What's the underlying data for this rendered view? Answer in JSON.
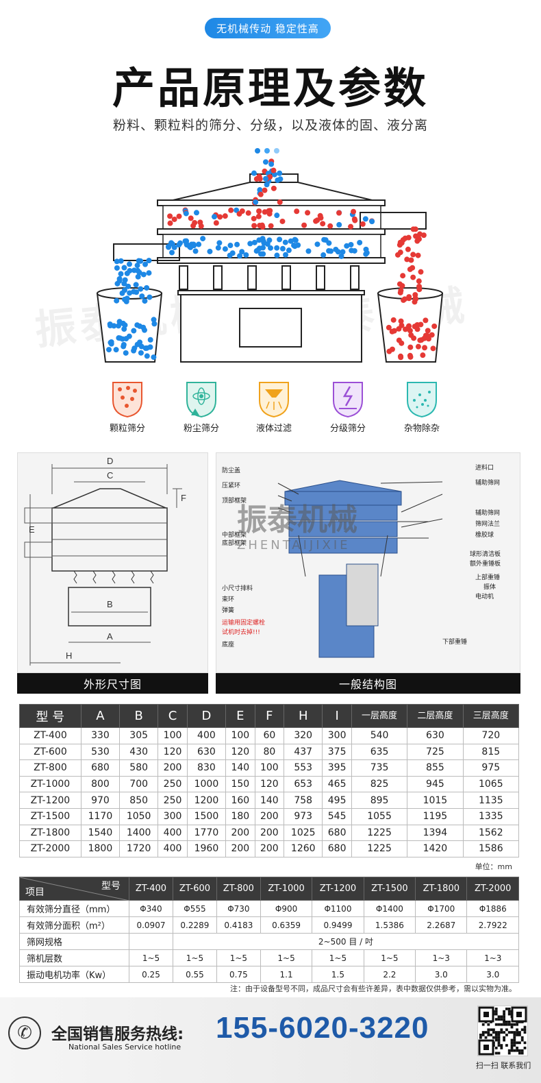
{
  "header": {
    "pill": "无机械传动 稳定性高",
    "title": "产品原理及参数",
    "subtitle": "粉料、颗粒料的筛分、分级，以及液体的固、液分离"
  },
  "watermark": "振泰机械",
  "features": [
    {
      "label": "颗粒筛分",
      "icon": "granule-screening-icon",
      "color": "#e8562f"
    },
    {
      "label": "粉尘筛分",
      "icon": "dust-screening-icon",
      "color": "#2fb39a"
    },
    {
      "label": "液体过滤",
      "icon": "liquid-filter-icon",
      "color": "#f0a21b"
    },
    {
      "label": "分级筛分",
      "icon": "grading-screening-icon",
      "color": "#9b4fd6"
    },
    {
      "label": "杂物除杂",
      "icon": "impurity-removal-icon",
      "color": "#2bb8b0"
    }
  ],
  "drawings": {
    "outline": {
      "caption": "外形尺寸图",
      "labels": [
        "D",
        "C",
        "F",
        "E",
        "B",
        "A",
        "H"
      ]
    },
    "structure": {
      "caption": "一般结构图",
      "brand_cn": "振泰机械",
      "brand_en": "ZHENTAIJIXIE",
      "left_labels": [
        "防尘盖",
        "压紧环",
        "顶部框架",
        "中部框架",
        "底部框架",
        "小尺寸排料",
        "束环",
        "弹簧",
        "运输用固定螺栓",
        "试机时去掉!!!",
        "底座"
      ],
      "right_labels": [
        "进料口",
        "辅助筛网",
        "辅助筛网",
        "筛网法兰",
        "橡胶球",
        "球形清洁板",
        "额外重锤板",
        "上部重锤",
        "振体",
        "电动机",
        "下部重锤"
      ]
    }
  },
  "dimension_table": {
    "headers": [
      "型 号",
      "A",
      "B",
      "C",
      "D",
      "E",
      "F",
      "H",
      "I",
      "一层高度",
      "二层高度",
      "三层高度"
    ],
    "rows": [
      [
        "ZT-400",
        "330",
        "305",
        "100",
        "400",
        "100",
        "60",
        "320",
        "300",
        "540",
        "630",
        "720"
      ],
      [
        "ZT-600",
        "530",
        "430",
        "120",
        "630",
        "120",
        "80",
        "437",
        "375",
        "635",
        "725",
        "815"
      ],
      [
        "ZT-800",
        "680",
        "580",
        "200",
        "830",
        "140",
        "100",
        "553",
        "395",
        "735",
        "855",
        "975"
      ],
      [
        "ZT-1000",
        "800",
        "700",
        "250",
        "1000",
        "150",
        "120",
        "653",
        "465",
        "825",
        "945",
        "1065"
      ],
      [
        "ZT-1200",
        "970",
        "850",
        "250",
        "1200",
        "160",
        "140",
        "758",
        "495",
        "895",
        "1015",
        "1135"
      ],
      [
        "ZT-1500",
        "1170",
        "1050",
        "300",
        "1500",
        "180",
        "200",
        "973",
        "545",
        "1055",
        "1195",
        "1335"
      ],
      [
        "ZT-1800",
        "1540",
        "1400",
        "400",
        "1770",
        "200",
        "200",
        "1025",
        "680",
        "1225",
        "1394",
        "1562"
      ],
      [
        "ZT-2000",
        "1800",
        "1720",
        "400",
        "1960",
        "200",
        "200",
        "1260",
        "680",
        "1225",
        "1420",
        "1586"
      ]
    ],
    "unit": "单位：mm"
  },
  "spec_table": {
    "corner_top": "型号",
    "corner_bottom": "项目",
    "models": [
      "ZT-400",
      "ZT-600",
      "ZT-800",
      "ZT-1000",
      "ZT-1200",
      "ZT-1500",
      "ZT-1800",
      "ZT-2000"
    ],
    "rows": [
      {
        "label": "有效筛分直径（mm）",
        "values": [
          "Φ340",
          "Φ555",
          "Φ730",
          "Φ900",
          "Φ1100",
          "Φ1400",
          "Φ1700",
          "Φ1886"
        ]
      },
      {
        "label": "有效筛分面积（m²）",
        "values": [
          "0.0907",
          "0.2289",
          "0.4183",
          "0.6359",
          "0.9499",
          "1.5386",
          "2.2687",
          "2.7922"
        ]
      },
      {
        "label": "筛网规格",
        "merged": "2~500 目 / 吋"
      },
      {
        "label": "筛机层数",
        "values": [
          "1~5",
          "1~5",
          "1~5",
          "1~5",
          "1~5",
          "1~5",
          "1~3",
          "1~3"
        ]
      },
      {
        "label": "振动电机功率（Kw）",
        "values": [
          "0.25",
          "0.55",
          "0.75",
          "1.1",
          "1.5",
          "2.2",
          "3.0",
          "3.0"
        ]
      }
    ],
    "note": "注：由于设备型号不同，成品尺寸会有些许差异，表中数据仅供参考，需以实物为准。"
  },
  "footer": {
    "hotline_cn": "全国销售服务热线:",
    "hotline_en": "National Sales Service hotline",
    "phone": "155-6020-3220",
    "qr_caption": "扫一扫 联系我们"
  }
}
